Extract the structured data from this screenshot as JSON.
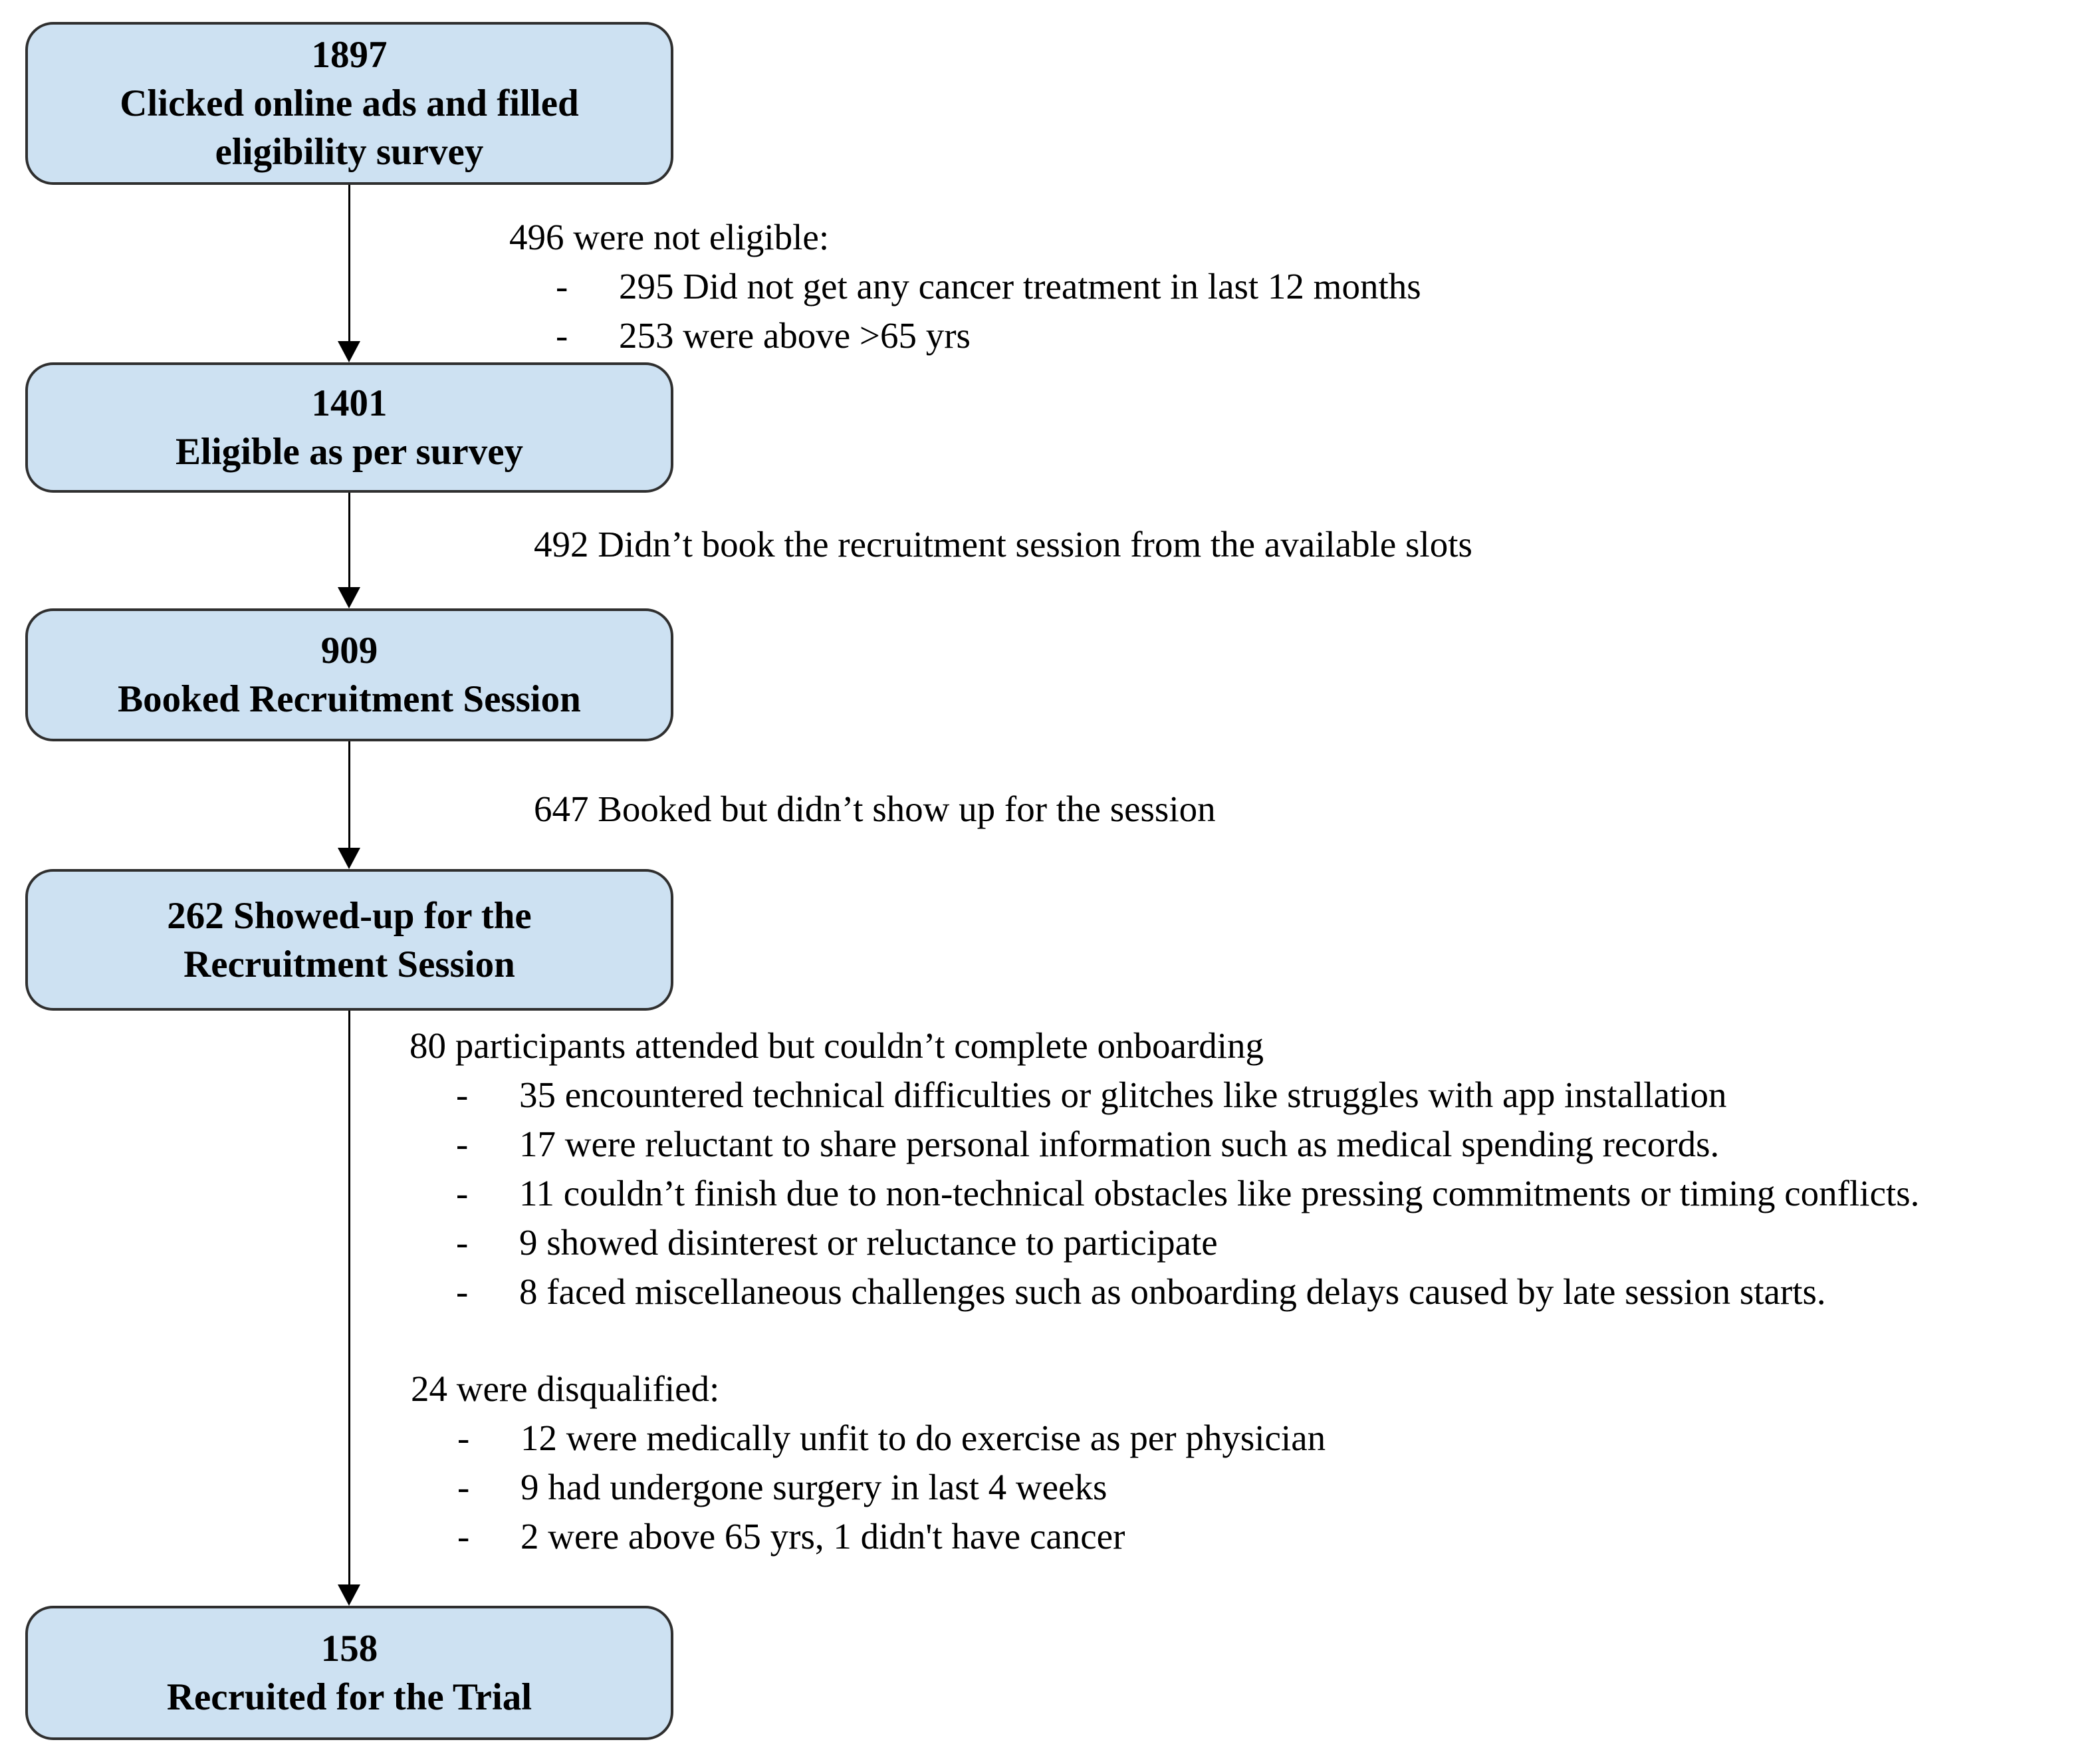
{
  "page": {
    "background": "#ffffff"
  },
  "palette": {
    "box_fill": "#cde1f2",
    "box_border": "#2f2f2f",
    "arrow_color": "#000000",
    "text_color": "#000000"
  },
  "marker": {
    "dash": "-"
  },
  "flow": {
    "boxes": [
      {
        "lines": [
          "1897",
          "Clicked online ads and filled",
          "eligibility survey"
        ]
      },
      {
        "lines": [
          "1401",
          "Eligible as per survey"
        ]
      },
      {
        "lines": [
          "909",
          "Booked Recruitment Session"
        ]
      },
      {
        "lines": [
          "262 Showed-up for the",
          "Recruitment Session"
        ]
      },
      {
        "lines": [
          "158",
          "Recruited for the Trial"
        ]
      }
    ],
    "annotations": [
      {
        "header": "496 were not eligible:",
        "bullets": [
          "295 Did not get any cancer treatment in last 12 months",
          "253 were above >65 yrs"
        ]
      },
      {
        "header": "492 Didn’t book the recruitment session from the available slots",
        "bullets": []
      },
      {
        "header": "647 Booked but didn’t show up for the session",
        "bullets": []
      },
      {
        "header": "80 participants attended but couldn’t complete onboarding",
        "bullets": [
          "35 encountered technical difficulties or glitches like struggles with app installation",
          "17 were reluctant to share personal information such as medical spending records.",
          "11 couldn’t finish due to non-technical obstacles like pressing commitments or timing conflicts.",
          "9 showed disinterest or reluctance to participate",
          "8 faced miscellaneous challenges such as onboarding delays caused by late session starts."
        ]
      },
      {
        "header": "24 were disqualified:",
        "bullets": [
          "12 were medically unfit to do exercise as per physician",
          "9 had undergone surgery in last 4 weeks",
          "2 were above 65 yrs, 1 didn't have cancer"
        ]
      }
    ]
  }
}
